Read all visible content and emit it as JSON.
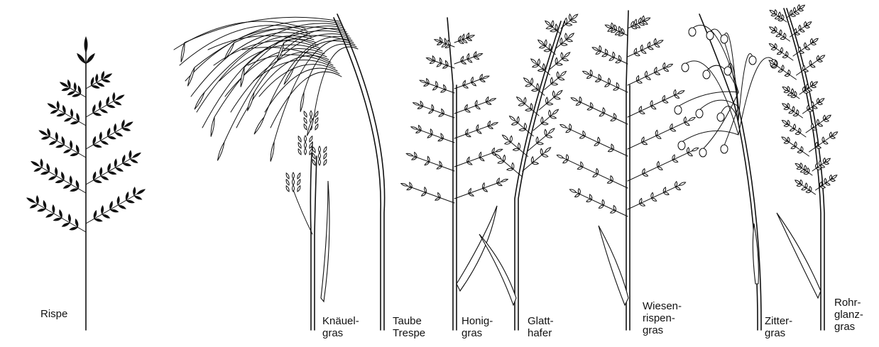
{
  "labels": {
    "rispe": "Rispe",
    "knaeuelgras": "Knäuel-\ngras",
    "taube_trespe": "Taube\nTrespe",
    "honiggras": "Honig-\ngras",
    "glatthafer": "Glatt-\nhafer",
    "wiesenrispengras": "Wiesen-\nrispen-\ngras",
    "zittergras": "Zitter-\ngras",
    "rohrglanzgras": "Rohr-\nglanz-\ngras"
  }
}
